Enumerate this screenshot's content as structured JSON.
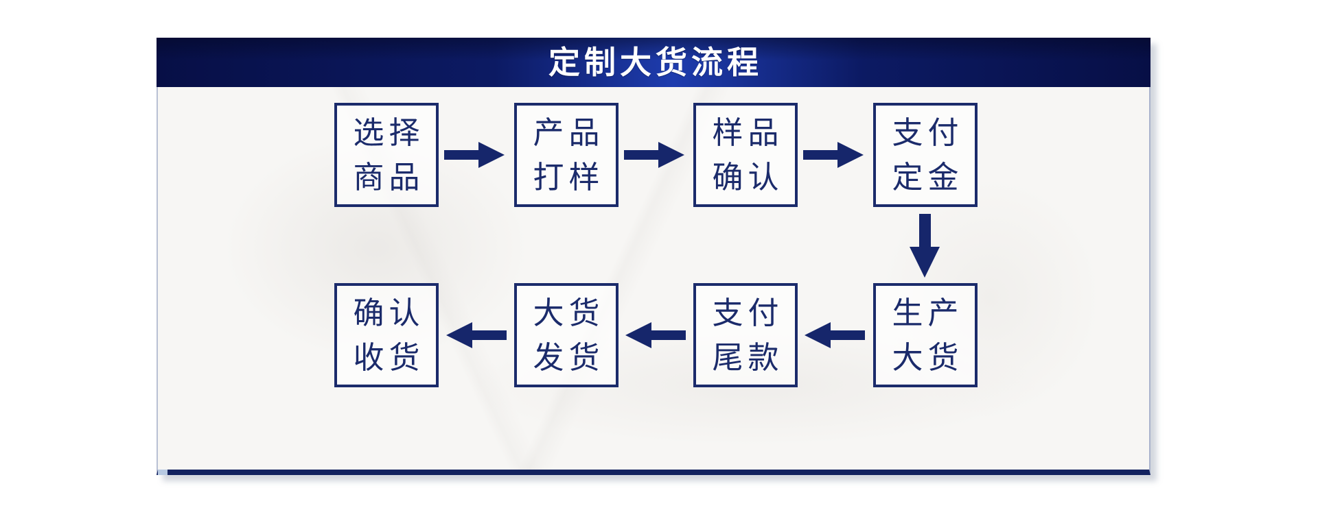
{
  "header": {
    "title": "定制大货流程"
  },
  "steps": [
    {
      "id": "select-product",
      "line1": "选择",
      "line2": "商品"
    },
    {
      "id": "product-sampling",
      "line1": "产品",
      "line2": "打样"
    },
    {
      "id": "sample-confirm",
      "line1": "样品",
      "line2": "确认"
    },
    {
      "id": "pay-deposit",
      "line1": "支付",
      "line2": "定金"
    },
    {
      "id": "bulk-production",
      "line1": "生产",
      "line2": "大货"
    },
    {
      "id": "pay-balance",
      "line1": "支付",
      "line2": "尾款"
    },
    {
      "id": "bulk-shipping",
      "line1": "大货",
      "line2": "发货"
    },
    {
      "id": "confirm-receipt",
      "line1": "确认",
      "line2": "收货"
    }
  ],
  "colors": {
    "accent_navy": "#1b2b6b",
    "arrow_navy": "#16266b",
    "header_gradient_dark": "#070f46",
    "header_gradient_light": "#1e3cae",
    "panel_background": "#f7f6f4",
    "title_text": "#ffffff",
    "corner_accent": "#b7c9e2"
  }
}
